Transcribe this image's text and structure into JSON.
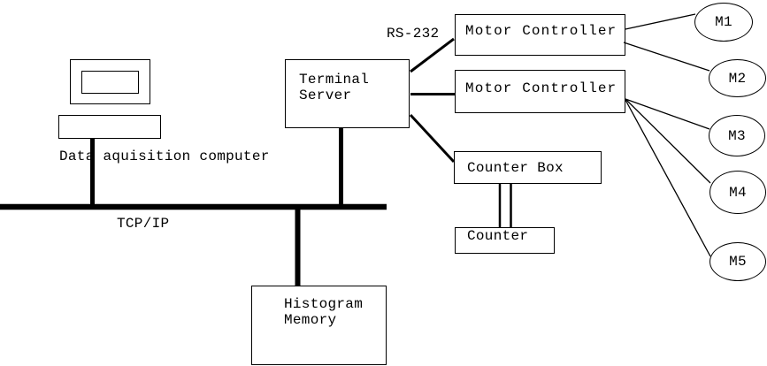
{
  "diagram": {
    "colors": {
      "background": "#ffffff",
      "line": "#000000"
    },
    "labels": {
      "rs232": "RS-232",
      "tcpip": "TCP/IP",
      "data_acquisition": "Data aquisition computer"
    },
    "nodes": {
      "terminal_server": "Terminal\nServer",
      "motor_controller_1": "Motor Controller",
      "motor_controller_2": "Motor Controller",
      "counter_box": "Counter Box",
      "counter": "Counter",
      "histogram_memory": "Histogram\nMemory"
    },
    "motors": [
      "M1",
      "M2",
      "M3",
      "M4",
      "M5"
    ]
  }
}
